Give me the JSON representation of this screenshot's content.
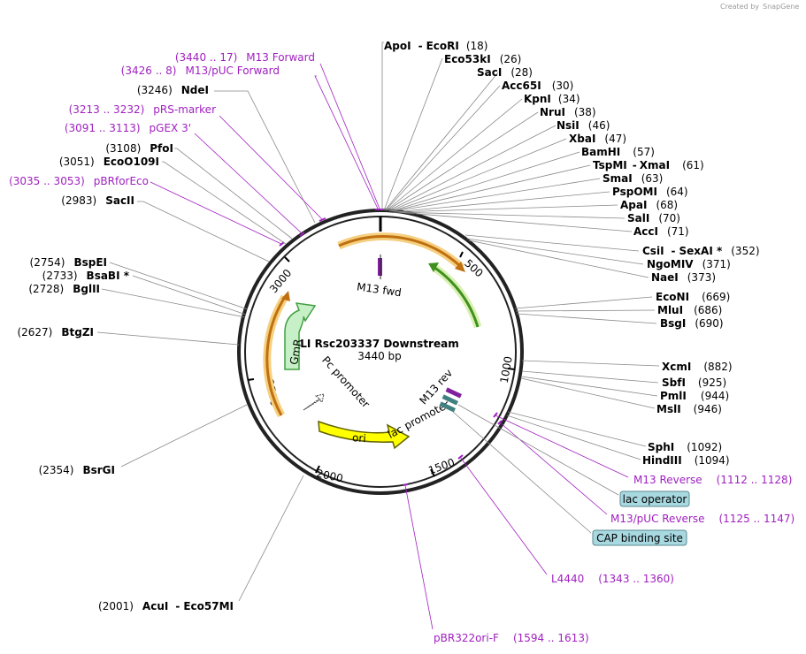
{
  "credit": {
    "created_by": "Created by",
    "brand": "SnapGene"
  },
  "plasmid": {
    "name": "LI Rsc203337 Downstream",
    "length": "3440 bp"
  },
  "ticks": [
    "500",
    "1000",
    "1500",
    "2000",
    "2500",
    "3000"
  ],
  "features": {
    "m13_fwd": "M13 fwd",
    "gmr": "GmR",
    "pc_promoter": "Pc promoter",
    "ori": "ori",
    "lac_promoter": "lac promoter",
    "m13_rev": "M13 rev",
    "lac_operator": "lac operator",
    "cap_site": "CAP binding site"
  },
  "enzymes_right": [
    {
      "name": "ApoI",
      "sep": "-",
      "name2": "EcoRI",
      "pos": "(18)"
    },
    {
      "name": "Eco53kI",
      "pos": "(26)"
    },
    {
      "name": "SacI",
      "pos": "(28)"
    },
    {
      "name": "Acc65I",
      "pos": "(30)"
    },
    {
      "name": "KpnI",
      "pos": "(34)"
    },
    {
      "name": "NruI",
      "pos": "(38)"
    },
    {
      "name": "NsiI",
      "pos": "(46)"
    },
    {
      "name": "XbaI",
      "pos": "(47)"
    },
    {
      "name": "BamHI",
      "pos": "(57)"
    },
    {
      "name": "TspMI",
      "sep": "-",
      "name2": "XmaI",
      "pos": "(61)"
    },
    {
      "name": "SmaI",
      "pos": "(63)"
    },
    {
      "name": "PspOMI",
      "pos": "(64)"
    },
    {
      "name": "ApaI",
      "pos": "(68)"
    },
    {
      "name": "SalI",
      "pos": "(70)"
    },
    {
      "name": "AccI",
      "pos": "(71)"
    },
    {
      "name": "CsiI",
      "sep": "-",
      "name2": "SexAI *",
      "pos": "(352)"
    },
    {
      "name": "NgoMIV",
      "pos": "(371)"
    },
    {
      "name": "NaeI",
      "pos": "(373)"
    },
    {
      "name": "EcoNI",
      "pos": "(669)"
    },
    {
      "name": "MluI",
      "pos": "(686)"
    },
    {
      "name": "BsgI",
      "pos": "(690)"
    },
    {
      "name": "XcmI",
      "pos": "(882)"
    },
    {
      "name": "SbfI",
      "pos": "(925)"
    },
    {
      "name": "PmlI",
      "pos": "(944)"
    },
    {
      "name": "MslI",
      "pos": "(946)"
    },
    {
      "name": "SphI",
      "pos": "(1092)"
    },
    {
      "name": "HindIII",
      "pos": "(1094)"
    }
  ],
  "enzymes_left": [
    {
      "name": "NdeI",
      "pos": "(3246)"
    },
    {
      "name": "PfoI",
      "pos": "(3108)"
    },
    {
      "name": "EcoO109I",
      "pos": "(3051)"
    },
    {
      "name": "SacII",
      "pos": "(2983)"
    },
    {
      "name": "BspEI",
      "pos": "(2754)"
    },
    {
      "name": "BsaBI *",
      "pos": "(2733)"
    },
    {
      "name": "BglII",
      "pos": "(2728)"
    },
    {
      "name": "BtgZI",
      "pos": "(2627)"
    },
    {
      "name": "BsrGI",
      "pos": "(2354)"
    },
    {
      "name": "AcuI",
      "sep": "-",
      "name2": "Eco57MI",
      "pos": "(2001)"
    }
  ],
  "primers": [
    {
      "name": "M13 Forward",
      "pos": "(3440 .. 17)"
    },
    {
      "name": "M13/pUC Forward",
      "pos": "(3426 .. 8)"
    },
    {
      "name": "pRS-marker",
      "pos": "(3213 .. 3232)"
    },
    {
      "name": "pGEX 3'",
      "pos": "(3091 .. 3113)"
    },
    {
      "name": "pBRforEco",
      "pos": "(3035 .. 3053)"
    },
    {
      "name": "M13 Reverse",
      "pos": "(1112 .. 1128)"
    },
    {
      "name": "M13/pUC Reverse",
      "pos": "(1125 .. 1147)"
    },
    {
      "name": "L4440",
      "pos": "(1343 .. 1360)"
    },
    {
      "name": "pBR322ori-F",
      "pos": "(1594 .. 1613)"
    }
  ],
  "colors": {
    "primer": "#a020c0",
    "orange": "#f0a020",
    "green": "#90d050",
    "yellow": "#ffff00",
    "feature_box": "#a8d8e0"
  }
}
